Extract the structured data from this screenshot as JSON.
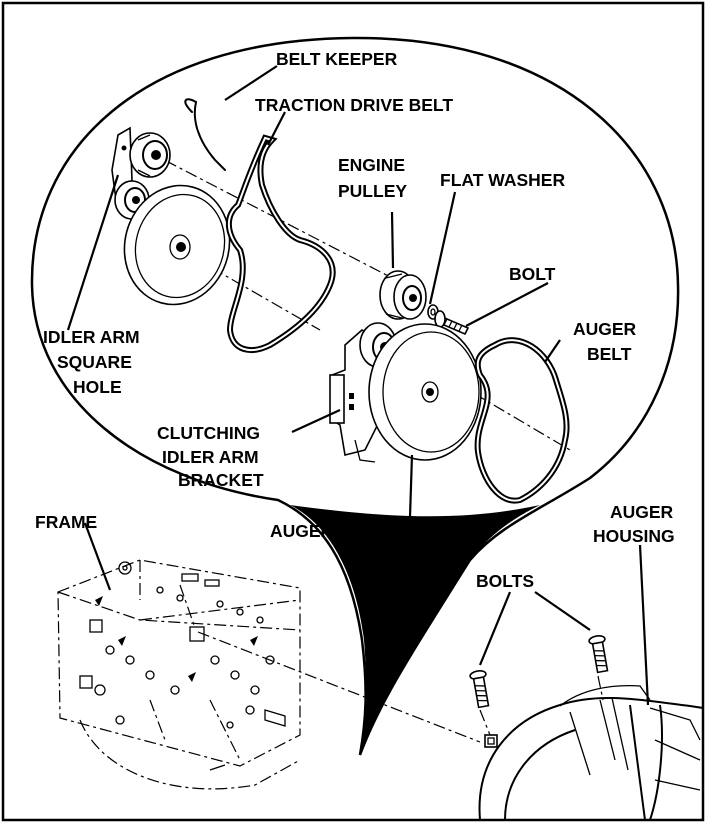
{
  "labels": {
    "belt_keeper": "BELT KEEPER",
    "traction_drive_belt": "TRACTION DRIVE BELT",
    "engine_pulley_1": "ENGINE",
    "engine_pulley_2": "PULLEY",
    "flat_washer": "FLAT WASHER",
    "bolt": "BOLT",
    "idler_arm_1": "IDLER ARM",
    "idler_arm_2": "SQUARE",
    "idler_arm_3": "HOLE",
    "auger_belt_1": "AUGER",
    "auger_belt_2": "BELT",
    "clutching_1": "CLUTCHING",
    "clutching_2": "IDLER ARM",
    "clutching_3": "BRACKET",
    "frame": "FRAME",
    "auger_pulley": "AUGER PULLEY",
    "auger_housing_1": "AUGER",
    "auger_housing_2": "HOUSING",
    "bolts": "BOLTS"
  }
}
